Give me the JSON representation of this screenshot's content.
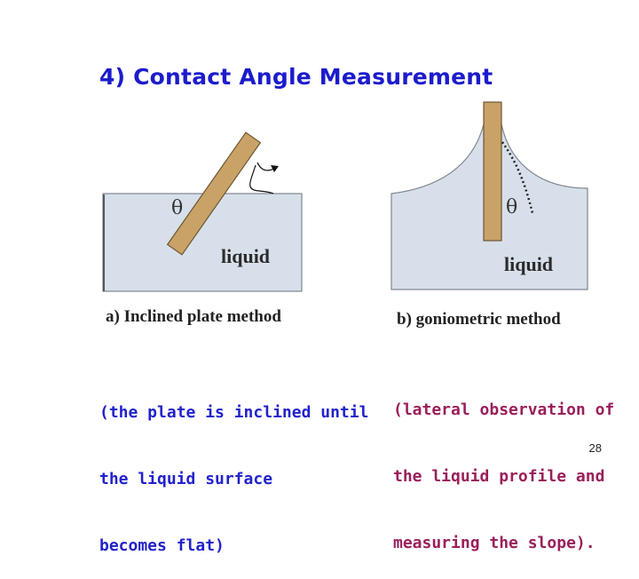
{
  "slide": {
    "title": "4) Contact Angle Measurement",
    "page_number": "28"
  },
  "figure_a": {
    "theta": "θ",
    "liquid_label": "liquid",
    "label": "a) Inclined plate method",
    "caption_lines": [
      "(the plate is inclined until",
      "the liquid surface",
      "becomes flat)"
    ]
  },
  "figure_b": {
    "theta": "θ",
    "liquid_label": "liquid",
    "label": "b) goniometric method",
    "caption_lines": [
      "(lateral observation of",
      "the liquid profile and",
      "measuring the slope)."
    ]
  },
  "colors": {
    "title": "#1c1ccc",
    "caption_a": "#2222cc",
    "caption_b": "#9a1f5a",
    "liquid_fill": "#d7e0ea",
    "plate_fill": "#c9a267"
  }
}
